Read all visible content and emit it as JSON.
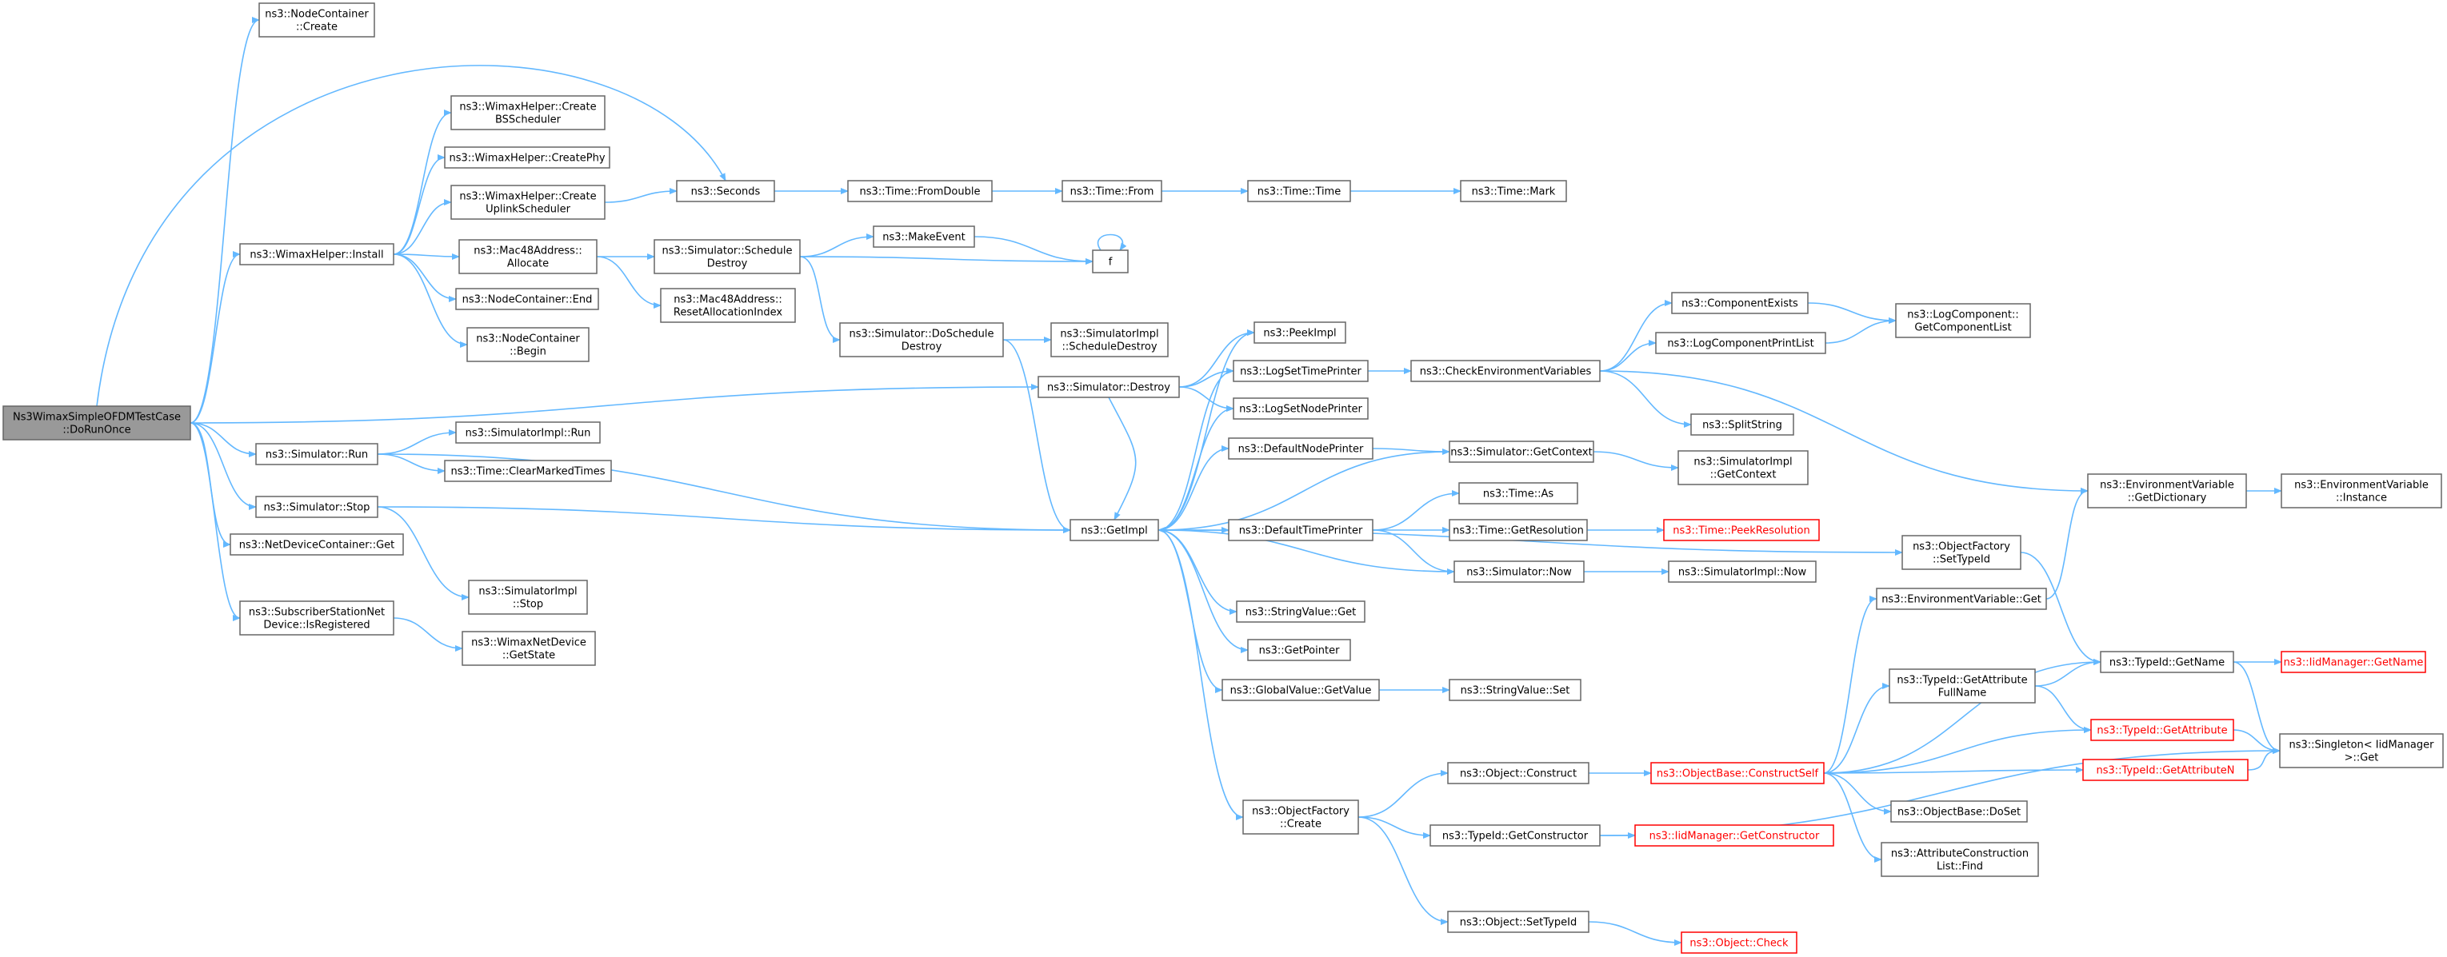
{
  "colors": {
    "edge": "#63b8ff",
    "node_border": "#666666",
    "root_fill": "#999999",
    "missing_border": "#ff0000"
  },
  "nodes": [
    {
      "id": "root",
      "lines": [
        "Ns3WimaxSimpleOFDMTestCase",
        "::DoRunOnce"
      ],
      "kind": "root"
    },
    {
      "id": "nc_create",
      "lines": [
        "ns3::NodeContainer",
        "::Create"
      ]
    },
    {
      "id": "wh_install",
      "lines": [
        "ns3::WimaxHelper::Install"
      ]
    },
    {
      "id": "sim_destroy",
      "lines": [
        "ns3::Simulator::Destroy"
      ]
    },
    {
      "id": "sim_run",
      "lines": [
        "ns3::Simulator::Run"
      ]
    },
    {
      "id": "sim_stop",
      "lines": [
        "ns3::Simulator::Stop"
      ]
    },
    {
      "id": "ndc_get",
      "lines": [
        "ns3::NetDeviceContainer::Get"
      ]
    },
    {
      "id": "ssnd_isreg",
      "lines": [
        "ns3::SubscriberStationNet",
        "Device::IsRegistered"
      ]
    },
    {
      "id": "seconds",
      "lines": [
        "ns3::Seconds"
      ]
    },
    {
      "id": "wh_bss",
      "lines": [
        "ns3::WimaxHelper::Create",
        "BSScheduler"
      ]
    },
    {
      "id": "wh_phy",
      "lines": [
        "ns3::WimaxHelper::CreatePhy"
      ]
    },
    {
      "id": "wh_uls",
      "lines": [
        "ns3::WimaxHelper::Create",
        "UplinkScheduler"
      ]
    },
    {
      "id": "mac_alloc",
      "lines": [
        "ns3::Mac48Address::",
        "Allocate"
      ]
    },
    {
      "id": "nc_end",
      "lines": [
        "ns3::NodeContainer::End"
      ]
    },
    {
      "id": "nc_begin",
      "lines": [
        "ns3::NodeContainer",
        "::Begin"
      ]
    },
    {
      "id": "simimpl_run",
      "lines": [
        "ns3::SimulatorImpl::Run"
      ]
    },
    {
      "id": "time_cmt",
      "lines": [
        "ns3::Time::ClearMarkedTimes"
      ]
    },
    {
      "id": "simimpl_stop",
      "lines": [
        "ns3::SimulatorImpl",
        "::Stop"
      ]
    },
    {
      "id": "wnd_getstate",
      "lines": [
        "ns3::WimaxNetDevice",
        "::GetState"
      ]
    },
    {
      "id": "time_fromdouble",
      "lines": [
        "ns3::Time::FromDouble"
      ]
    },
    {
      "id": "time_from",
      "lines": [
        "ns3::Time::From"
      ]
    },
    {
      "id": "time_time",
      "lines": [
        "ns3::Time::Time"
      ]
    },
    {
      "id": "time_mark",
      "lines": [
        "ns3::Time::Mark"
      ]
    },
    {
      "id": "sim_sched_destroy",
      "lines": [
        "ns3::Simulator::Schedule",
        "Destroy"
      ]
    },
    {
      "id": "mac_reset",
      "lines": [
        "ns3::Mac48Address::",
        "ResetAllocationIndex"
      ]
    },
    {
      "id": "make_event",
      "lines": [
        "ns3::MakeEvent"
      ]
    },
    {
      "id": "f",
      "lines": [
        "f"
      ]
    },
    {
      "id": "sim_do_sched_destroy",
      "lines": [
        "ns3::Simulator::DoSchedule",
        "Destroy"
      ]
    },
    {
      "id": "simimpl_sched_destroy",
      "lines": [
        "ns3::SimulatorImpl",
        "::ScheduleDestroy"
      ]
    },
    {
      "id": "getimpl",
      "lines": [
        "ns3::GetImpl"
      ]
    },
    {
      "id": "peekimpl",
      "lines": [
        "ns3::PeekImpl"
      ]
    },
    {
      "id": "logsettime",
      "lines": [
        "ns3::LogSetTimePrinter"
      ]
    },
    {
      "id": "logsetnode",
      "lines": [
        "ns3::LogSetNodePrinter"
      ]
    },
    {
      "id": "defnode",
      "lines": [
        "ns3::DefaultNodePrinter"
      ]
    },
    {
      "id": "deftime",
      "lines": [
        "ns3::DefaultTimePrinter"
      ]
    },
    {
      "id": "strval_get",
      "lines": [
        "ns3::StringValue::Get"
      ]
    },
    {
      "id": "getpointer",
      "lines": [
        "ns3::GetPointer"
      ]
    },
    {
      "id": "gv_getvalue",
      "lines": [
        "ns3::GlobalValue::GetValue"
      ]
    },
    {
      "id": "of_create",
      "lines": [
        "ns3::ObjectFactory",
        "::Create"
      ]
    },
    {
      "id": "check_env",
      "lines": [
        "ns3::CheckEnvironmentVariables"
      ]
    },
    {
      "id": "sim_getcontext",
      "lines": [
        "ns3::Simulator::GetContext"
      ]
    },
    {
      "id": "time_as",
      "lines": [
        "ns3::Time::As"
      ]
    },
    {
      "id": "time_getres",
      "lines": [
        "ns3::Time::GetResolution"
      ]
    },
    {
      "id": "sim_now",
      "lines": [
        "ns3::Simulator::Now"
      ]
    },
    {
      "id": "strval_set",
      "lines": [
        "ns3::StringValue::Set"
      ]
    },
    {
      "id": "obj_construct",
      "lines": [
        "ns3::Object::Construct"
      ]
    },
    {
      "id": "tid_getctor",
      "lines": [
        "ns3::TypeId::GetConstructor"
      ]
    },
    {
      "id": "obj_settypeid",
      "lines": [
        "ns3::Object::SetTypeId"
      ]
    },
    {
      "id": "comp_exists",
      "lines": [
        "ns3::ComponentExists"
      ]
    },
    {
      "id": "logcomp_printlist",
      "lines": [
        "ns3::LogComponentPrintList"
      ]
    },
    {
      "id": "splitstring",
      "lines": [
        "ns3::SplitString"
      ]
    },
    {
      "id": "simimpl_getcontext",
      "lines": [
        "ns3::SimulatorImpl",
        "::GetContext"
      ]
    },
    {
      "id": "time_peekres",
      "lines": [
        "ns3::Time::PeekResolution"
      ],
      "kind": "red"
    },
    {
      "id": "simimpl_now",
      "lines": [
        "ns3::SimulatorImpl::Now"
      ]
    },
    {
      "id": "objbase_construct",
      "lines": [
        "ns3::ObjectBase::ConstructSelf"
      ],
      "kind": "red"
    },
    {
      "id": "iid_getctor",
      "lines": [
        "ns3::IidManager::GetConstructor"
      ],
      "kind": "red"
    },
    {
      "id": "obj_check",
      "lines": [
        "ns3::Object::Check"
      ],
      "kind": "red"
    },
    {
      "id": "logcomp_getlist",
      "lines": [
        "ns3::LogComponent::",
        "GetComponentList"
      ]
    },
    {
      "id": "of_settypeid",
      "lines": [
        "ns3::ObjectFactory",
        "::SetTypeId"
      ]
    },
    {
      "id": "envvar_get",
      "lines": [
        "ns3::EnvironmentVariable::Get"
      ]
    },
    {
      "id": "tid_getattrfull",
      "lines": [
        "ns3::TypeId::GetAttribute",
        "FullName"
      ]
    },
    {
      "id": "objbase_doset",
      "lines": [
        "ns3::ObjectBase::DoSet"
      ]
    },
    {
      "id": "attr_find",
      "lines": [
        "ns3::AttributeConstruction",
        "List::Find"
      ]
    },
    {
      "id": "envvar_getdict",
      "lines": [
        "ns3::EnvironmentVariable",
        "::GetDictionary"
      ]
    },
    {
      "id": "tid_getname",
      "lines": [
        "ns3::TypeId::GetName"
      ]
    },
    {
      "id": "tid_getattr",
      "lines": [
        "ns3::TypeId::GetAttribute"
      ],
      "kind": "red"
    },
    {
      "id": "tid_getattrn",
      "lines": [
        "ns3::TypeId::GetAttributeN"
      ],
      "kind": "red"
    },
    {
      "id": "envvar_instance",
      "lines": [
        "ns3::EnvironmentVariable",
        "::Instance"
      ]
    },
    {
      "id": "iid_getname",
      "lines": [
        "ns3::IidManager::GetName"
      ],
      "kind": "red"
    },
    {
      "id": "singleton_get",
      "lines": [
        "ns3::Singleton< IidManager",
        ">::Get"
      ]
    }
  ],
  "edges": [
    [
      "root",
      "nc_create"
    ],
    [
      "root",
      "seconds"
    ],
    [
      "root",
      "wh_install"
    ],
    [
      "root",
      "sim_destroy"
    ],
    [
      "root",
      "sim_run"
    ],
    [
      "root",
      "sim_stop"
    ],
    [
      "root",
      "ndc_get"
    ],
    [
      "root",
      "ssnd_isreg"
    ],
    [
      "wh_install",
      "wh_bss"
    ],
    [
      "wh_install",
      "wh_phy"
    ],
    [
      "wh_install",
      "wh_uls"
    ],
    [
      "wh_install",
      "mac_alloc"
    ],
    [
      "wh_install",
      "nc_end"
    ],
    [
      "wh_install",
      "nc_begin"
    ],
    [
      "wh_uls",
      "seconds"
    ],
    [
      "mac_alloc",
      "sim_sched_destroy"
    ],
    [
      "mac_alloc",
      "mac_reset"
    ],
    [
      "seconds",
      "time_fromdouble"
    ],
    [
      "time_fromdouble",
      "time_from"
    ],
    [
      "time_from",
      "time_time"
    ],
    [
      "time_time",
      "time_mark"
    ],
    [
      "sim_sched_destroy",
      "make_event"
    ],
    [
      "sim_sched_destroy",
      "f"
    ],
    [
      "sim_sched_destroy",
      "sim_do_sched_destroy"
    ],
    [
      "make_event",
      "f"
    ],
    [
      "f",
      "f"
    ],
    [
      "sim_do_sched_destroy",
      "simimpl_sched_destroy"
    ],
    [
      "sim_do_sched_destroy",
      "getimpl"
    ],
    [
      "sim_destroy",
      "getimpl"
    ],
    [
      "sim_destroy",
      "peekimpl"
    ],
    [
      "sim_destroy",
      "logsettime"
    ],
    [
      "sim_destroy",
      "logsetnode"
    ],
    [
      "sim_run",
      "simimpl_run"
    ],
    [
      "sim_run",
      "time_cmt"
    ],
    [
      "sim_run",
      "getimpl"
    ],
    [
      "sim_stop",
      "simimpl_stop"
    ],
    [
      "sim_stop",
      "getimpl"
    ],
    [
      "ssnd_isreg",
      "wnd_getstate"
    ],
    [
      "getimpl",
      "peekimpl"
    ],
    [
      "getimpl",
      "logsettime"
    ],
    [
      "getimpl",
      "logsetnode"
    ],
    [
      "getimpl",
      "defnode"
    ],
    [
      "getimpl",
      "deftime"
    ],
    [
      "getimpl",
      "strval_get"
    ],
    [
      "getimpl",
      "getpointer"
    ],
    [
      "getimpl",
      "gv_getvalue"
    ],
    [
      "getimpl",
      "of_create"
    ],
    [
      "getimpl",
      "of_settypeid"
    ],
    [
      "logsettime",
      "check_env"
    ],
    [
      "defnode",
      "sim_getcontext"
    ],
    [
      "sim_getcontext",
      "getimpl"
    ],
    [
      "sim_getcontext",
      "simimpl_getcontext"
    ],
    [
      "deftime",
      "time_as"
    ],
    [
      "deftime",
      "time_getres"
    ],
    [
      "deftime",
      "sim_now"
    ],
    [
      "sim_now",
      "getimpl"
    ],
    [
      "sim_now",
      "simimpl_now"
    ],
    [
      "time_getres",
      "time_peekres"
    ],
    [
      "gv_getvalue",
      "strval_set"
    ],
    [
      "check_env",
      "comp_exists"
    ],
    [
      "check_env",
      "logcomp_printlist"
    ],
    [
      "check_env",
      "splitstring"
    ],
    [
      "check_env",
      "envvar_getdict"
    ],
    [
      "comp_exists",
      "logcomp_getlist"
    ],
    [
      "logcomp_printlist",
      "logcomp_getlist"
    ],
    [
      "envvar_getdict",
      "envvar_instance"
    ],
    [
      "of_create",
      "obj_construct"
    ],
    [
      "of_create",
      "tid_getctor"
    ],
    [
      "of_create",
      "obj_settypeid"
    ],
    [
      "obj_construct",
      "objbase_construct"
    ],
    [
      "tid_getctor",
      "iid_getctor"
    ],
    [
      "tid_getctor",
      "singleton_get"
    ],
    [
      "obj_settypeid",
      "obj_check"
    ],
    [
      "objbase_construct",
      "envvar_get"
    ],
    [
      "objbase_construct",
      "tid_getname"
    ],
    [
      "objbase_construct",
      "tid_getattrfull"
    ],
    [
      "objbase_construct",
      "tid_getattr"
    ],
    [
      "objbase_construct",
      "tid_getattrn"
    ],
    [
      "objbase_construct",
      "objbase_doset"
    ],
    [
      "objbase_construct",
      "attr_find"
    ],
    [
      "envvar_get",
      "envvar_getdict"
    ],
    [
      "of_settypeid",
      "tid_getname"
    ],
    [
      "tid_getattrfull",
      "tid_getname"
    ],
    [
      "tid_getattrfull",
      "tid_getattr"
    ],
    [
      "tid_getname",
      "iid_getname"
    ],
    [
      "tid_getname",
      "singleton_get"
    ],
    [
      "tid_getattr",
      "singleton_get"
    ],
    [
      "tid_getattrn",
      "singleton_get"
    ]
  ]
}
